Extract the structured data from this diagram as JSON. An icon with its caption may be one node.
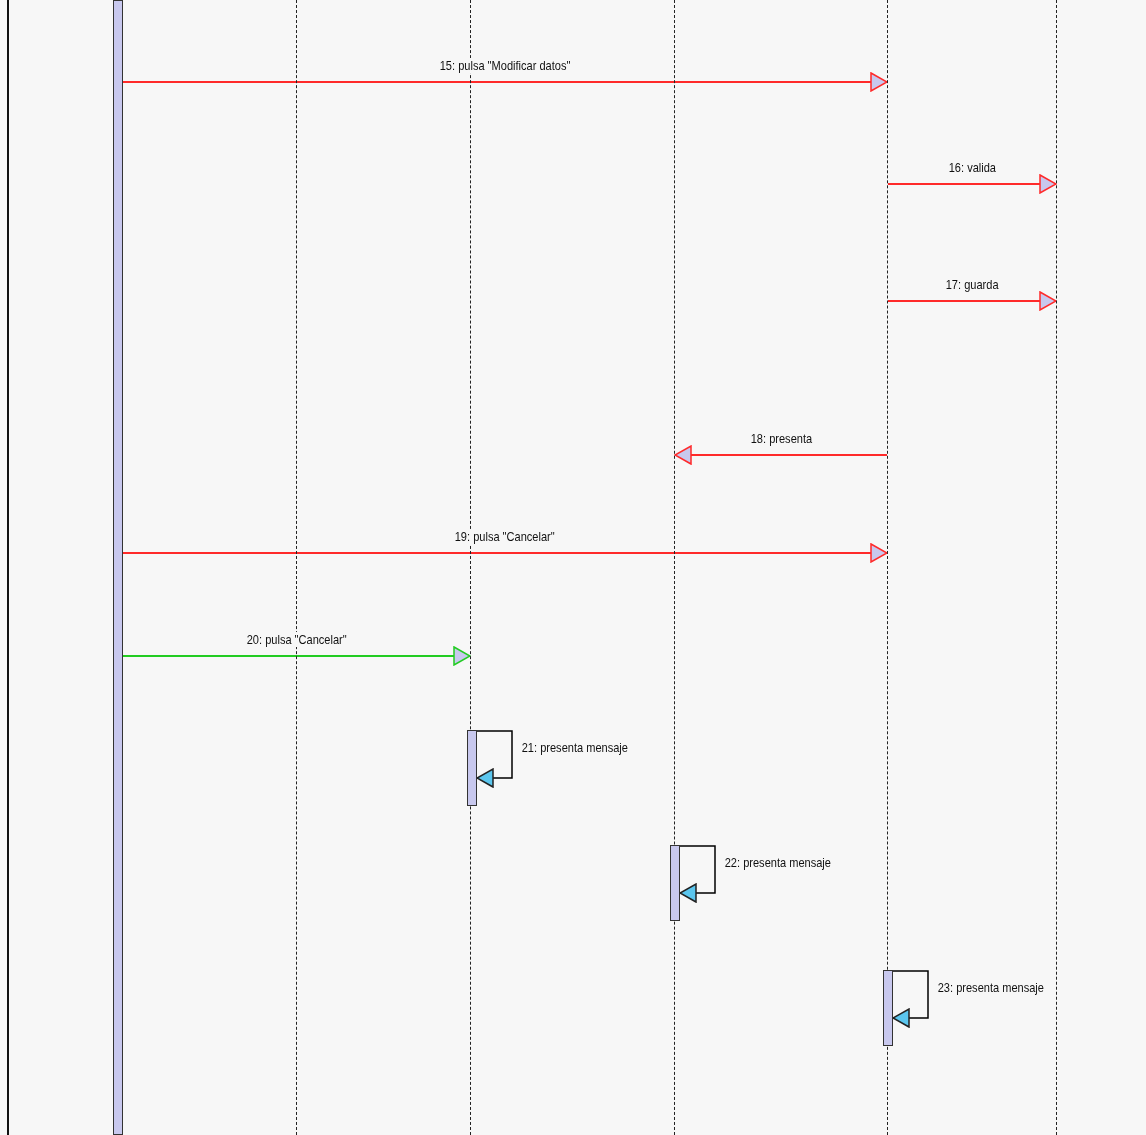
{
  "diagram": {
    "nodes": [
      {
        "text": [],
        "shape": "bar"
      },
      {
        "text": [],
        "shape": "line"
      },
      {
        "text": [],
        "shape": "line"
      },
      {
        "text": [],
        "shape": "line"
      },
      {
        "text": [],
        "shape": "line"
      },
      {
        "text": [],
        "shape": "line"
      },
      {
        "text": [],
        "shape": "bar"
      },
      {
        "text": [],
        "shape": "bar"
      },
      {
        "text": [],
        "shape": "bar"
      }
    ],
    "edges": [
      {
        "from": 0,
        "to": 4,
        "arrow": "to",
        "label": "15: pulsa \"Modificar datos\""
      },
      {
        "from": 4,
        "to": 5,
        "arrow": "to",
        "label": "16: valida"
      },
      {
        "from": 4,
        "to": 5,
        "arrow": "to",
        "label": "17: guarda"
      },
      {
        "from": 4,
        "to": 3,
        "arrow": "to",
        "label": "18: presenta"
      },
      {
        "from": 0,
        "to": 4,
        "arrow": "to",
        "label": "19: pulsa \"Cancelar\""
      },
      {
        "from": 0,
        "to": 2,
        "arrow": "to",
        "label": "20: pulsa \"Cancelar\"",
        "color": "#22cc22"
      },
      {
        "from": 6,
        "to": 6,
        "arrow": "to",
        "label": "21: presenta mensaje",
        "color": "#000000"
      },
      {
        "from": 7,
        "to": 7,
        "arrow": "to",
        "label": "22: presenta mensaje",
        "color": "#000000"
      },
      {
        "from": 8,
        "to": 8,
        "arrow": "to",
        "label": "23: presenta mensaje",
        "color": "#000000"
      }
    ]
  }
}
